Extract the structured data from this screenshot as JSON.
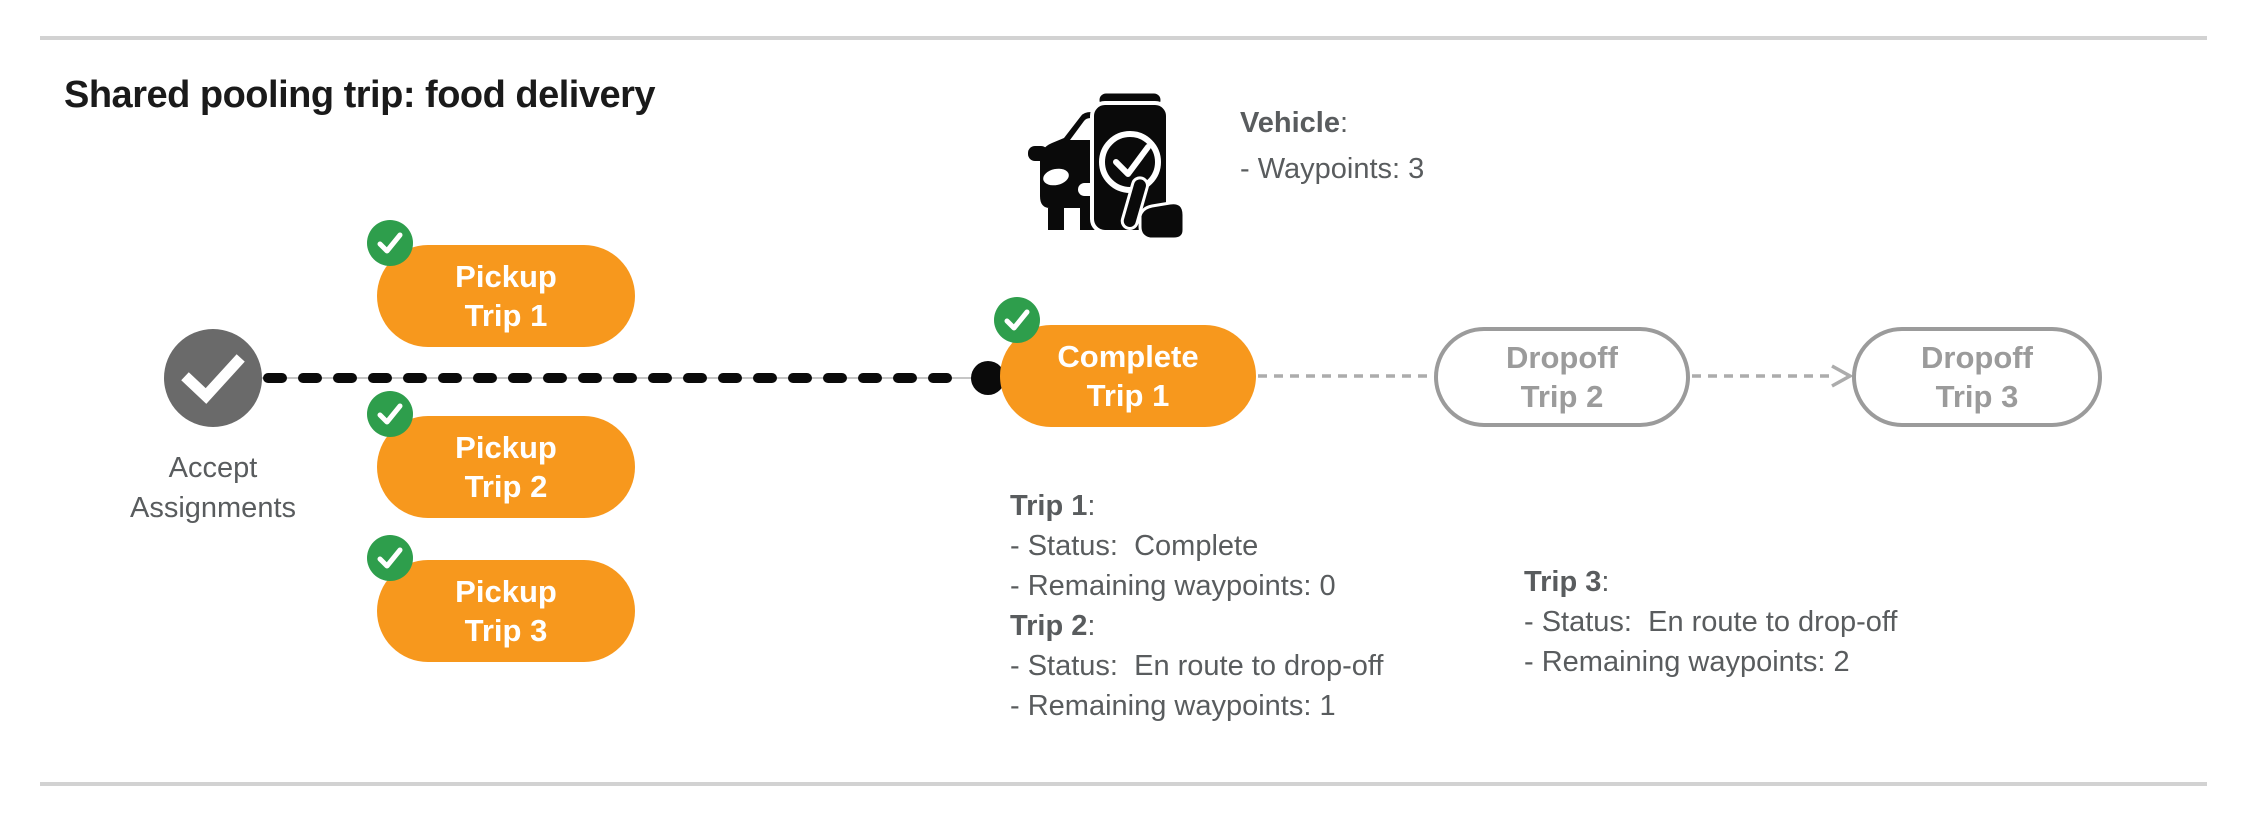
{
  "title": "Shared pooling trip: food delivery",
  "vehicle": {
    "icon": "car-phone-checkmark-icon",
    "label": "Vehicle",
    "label_colon": ":",
    "waypoints_line": "- Waypoints: 3"
  },
  "flow": {
    "start": {
      "icon": "checkmark-circle-icon",
      "label_line1": "Accept",
      "label_line2": "Assignments"
    },
    "pickups": [
      {
        "line1": "Pickup",
        "line2": "Trip 1",
        "badge": "check-badge-icon"
      },
      {
        "line1": "Pickup",
        "line2": "Trip 2",
        "badge": "check-badge-icon"
      },
      {
        "line1": "Pickup",
        "line2": "Trip 3",
        "badge": "check-badge-icon"
      }
    ],
    "complete": {
      "line1": "Complete",
      "line2": "Trip 1",
      "badge": "check-badge-icon"
    },
    "dropoffs": [
      {
        "line1": "Dropoff",
        "line2": "Trip 2"
      },
      {
        "line1": "Dropoff",
        "line2": "Trip 3"
      }
    ],
    "connectors": {
      "track": "black-dashed-line-with-end-dot",
      "dropoff_links": "gray-dashed-line",
      "arrow": "arrow-right-icon"
    }
  },
  "status_blocks": [
    {
      "entries": [
        {
          "heading": "Trip 1",
          "colon": ":",
          "lines": [
            "- Status:  Complete",
            "- Remaining waypoints: 0"
          ]
        },
        {
          "heading": "Trip 2",
          "colon": ":",
          "lines": [
            "- Status:  En route to drop-off",
            "- Remaining waypoints: 1"
          ]
        }
      ]
    },
    {
      "entries": [
        {
          "heading": "Trip 3",
          "colon": ":",
          "lines": [
            "- Status:  En route to drop-off",
            "- Remaining waypoints: 2"
          ]
        }
      ]
    }
  ],
  "colors": {
    "orange": "#F7981D",
    "green": "#2E9E4C",
    "node_gray": "#6A6A6A",
    "text_gray": "#595C5E",
    "light_gray": "#9B9B9B",
    "divider_gray": "#D2D2D2",
    "track_black": "#0A0A0A"
  }
}
